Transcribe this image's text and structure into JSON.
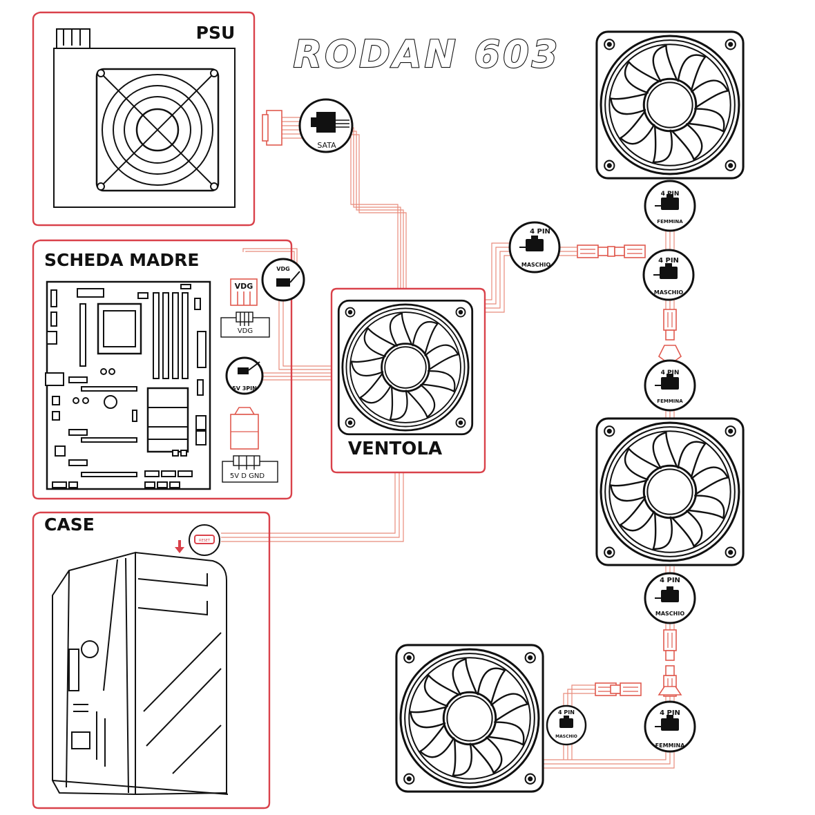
{
  "title": "RODAN 603",
  "panels": {
    "psu": {
      "label": "PSU"
    },
    "motherboard": {
      "label": "SCHEDA MADRE"
    },
    "case": {
      "label": "CASE"
    },
    "fan": {
      "label": "VENTOLA"
    }
  },
  "connectors": {
    "sata": "SATA",
    "vdg_circle": "VDG",
    "vdg_plug": "VDG",
    "vdg_header": "VDG",
    "argb_circle": "5V 3PIN",
    "argb_header": "5V D  GND",
    "reset": "RESET",
    "pin4": "4 PIN",
    "maschio": "MASCHIO",
    "femmina": "FEMMINA"
  },
  "colors": {
    "accent_red": "#d9414a",
    "wire_pink": "#e88a7a",
    "line_black": "#111111"
  }
}
